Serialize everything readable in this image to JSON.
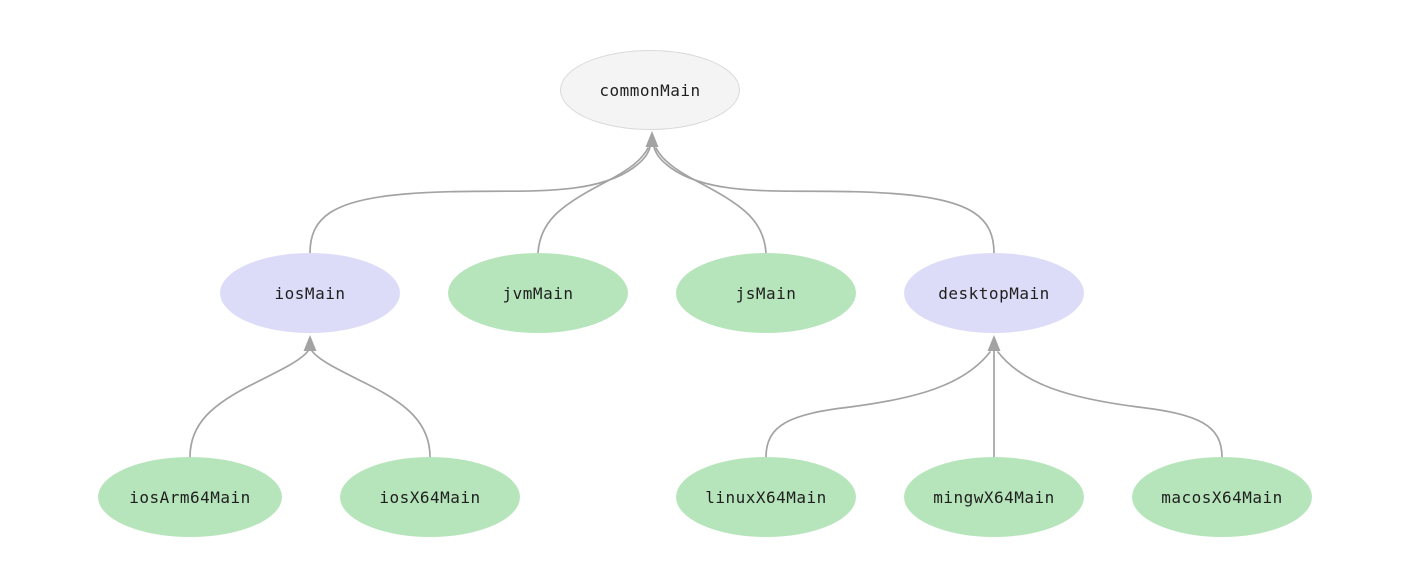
{
  "colors": {
    "node_green": "#b7e5bb",
    "node_lavender": "#dcdcf8",
    "node_gray_fill": "#f4f4f4",
    "node_gray_border": "#d9d9d9",
    "edge": "#a3a3a3",
    "text": "#1f1f1f",
    "background": "#ffffff"
  },
  "diagram": {
    "type": "tree",
    "nodes": {
      "commonMain": {
        "label": "commonMain",
        "variant": "gray"
      },
      "iosMain": {
        "label": "iosMain",
        "variant": "lavender"
      },
      "jvmMain": {
        "label": "jvmMain",
        "variant": "green"
      },
      "jsMain": {
        "label": "jsMain",
        "variant": "green"
      },
      "desktopMain": {
        "label": "desktopMain",
        "variant": "lavender"
      },
      "iosArm64Main": {
        "label": "iosArm64Main",
        "variant": "green"
      },
      "iosX64Main": {
        "label": "iosX64Main",
        "variant": "green"
      },
      "linuxX64Main": {
        "label": "linuxX64Main",
        "variant": "green"
      },
      "mingwX64Main": {
        "label": "mingwX64Main",
        "variant": "green"
      },
      "macosX64Main": {
        "label": "macosX64Main",
        "variant": "green"
      }
    },
    "edges": [
      {
        "from": "iosMain",
        "to": "commonMain"
      },
      {
        "from": "jvmMain",
        "to": "commonMain"
      },
      {
        "from": "jsMain",
        "to": "commonMain"
      },
      {
        "from": "desktopMain",
        "to": "commonMain"
      },
      {
        "from": "iosArm64Main",
        "to": "iosMain"
      },
      {
        "from": "iosX64Main",
        "to": "iosMain"
      },
      {
        "from": "linuxX64Main",
        "to": "desktopMain"
      },
      {
        "from": "mingwX64Main",
        "to": "desktopMain"
      },
      {
        "from": "macosX64Main",
        "to": "desktopMain"
      }
    ]
  }
}
